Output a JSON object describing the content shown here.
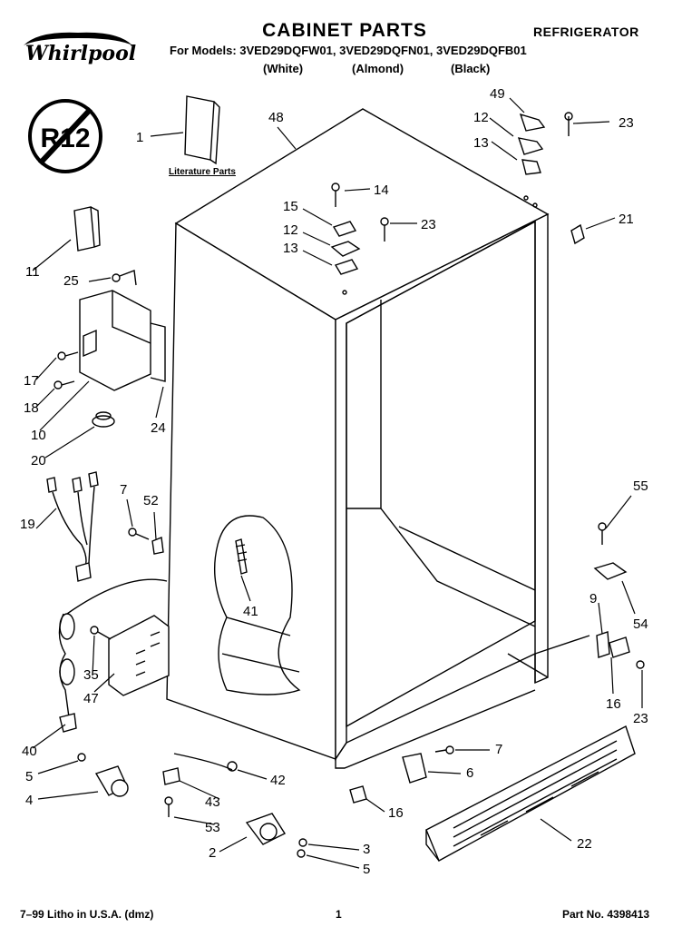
{
  "header": {
    "brand": "Whirlpool",
    "title": "CABINET PARTS",
    "subtitle": "REFRIGERATOR",
    "models_line": "For Models: 3VED29DQFW01, 3VED29DQFN01, 3VED29DQFB01",
    "colors": [
      "(White)",
      "(Almond)",
      "(Black)"
    ],
    "badge": "R12"
  },
  "literature_label": "Literature Parts",
  "callouts": {
    "c1": "1",
    "c48": "48",
    "c49": "49",
    "c12a": "12",
    "c23a": "23",
    "c13a": "13",
    "c14": "14",
    "c15": "15",
    "c12b": "12",
    "c23b": "23",
    "c13b": "13",
    "c21": "21",
    "c11": "11",
    "c25": "25",
    "c17": "17",
    "c18": "18",
    "c10": "10",
    "c24": "24",
    "c20": "20",
    "c19": "19",
    "c7a": "7",
    "c52": "52",
    "c41": "41",
    "c55": "55",
    "c9": "9",
    "c54": "54",
    "c35": "35",
    "c47": "47",
    "c16a": "16",
    "c23c": "23",
    "c40": "40",
    "c7b": "7",
    "c6": "6",
    "c5a": "5",
    "c4": "4",
    "c42": "42",
    "c43": "43",
    "c53": "53",
    "c16b": "16",
    "c22": "22",
    "c2": "2",
    "c3": "3",
    "c5b": "5"
  },
  "footer": {
    "left": "7–99 Litho in U.S.A. (dmz)",
    "page": "1",
    "part_no": "Part No. 4398413"
  }
}
